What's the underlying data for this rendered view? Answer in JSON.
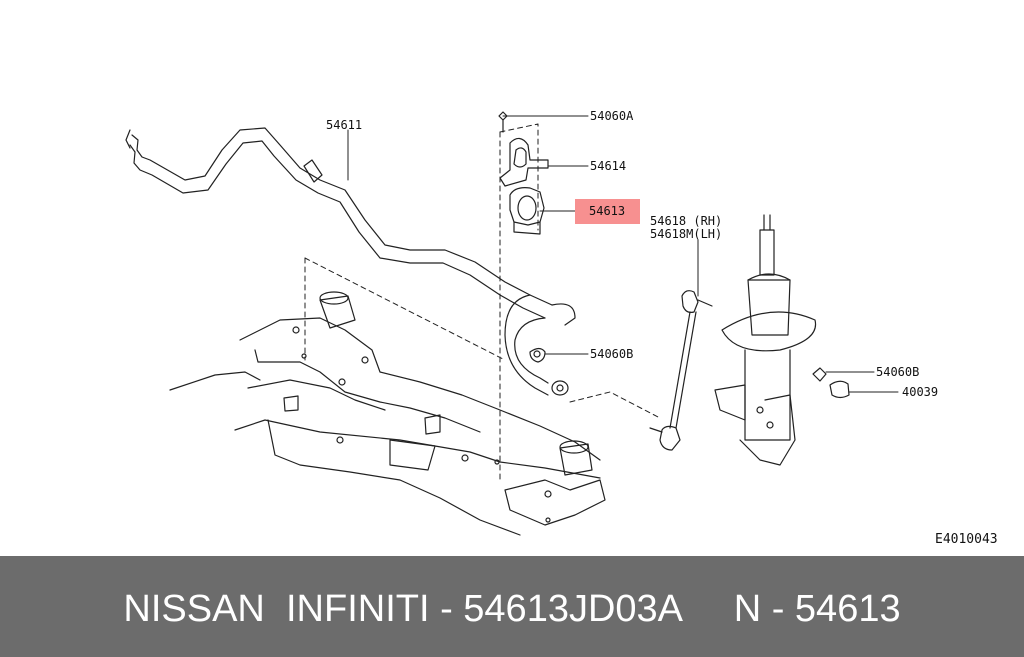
{
  "diagram": {
    "code": "E4010043",
    "callouts": [
      {
        "id": "54611",
        "text": "54611"
      },
      {
        "id": "54060A",
        "text": "54060A"
      },
      {
        "id": "54614",
        "text": "54614"
      },
      {
        "id": "54613",
        "text": "54613",
        "highlighted": true
      },
      {
        "id": "54618-rh",
        "text": "54618 (RH)"
      },
      {
        "id": "54618m-lh",
        "text": "54618M(LH)"
      },
      {
        "id": "54060B-left",
        "text": "54060B"
      },
      {
        "id": "54060B-right",
        "text": "54060B"
      },
      {
        "id": "40039",
        "text": "40039"
      }
    ],
    "highlight_color": "#f79090"
  },
  "footer": {
    "text": "NISSAN  INFINITI - 54613JD03A     N - 54613",
    "background": "#6c6c6c"
  }
}
